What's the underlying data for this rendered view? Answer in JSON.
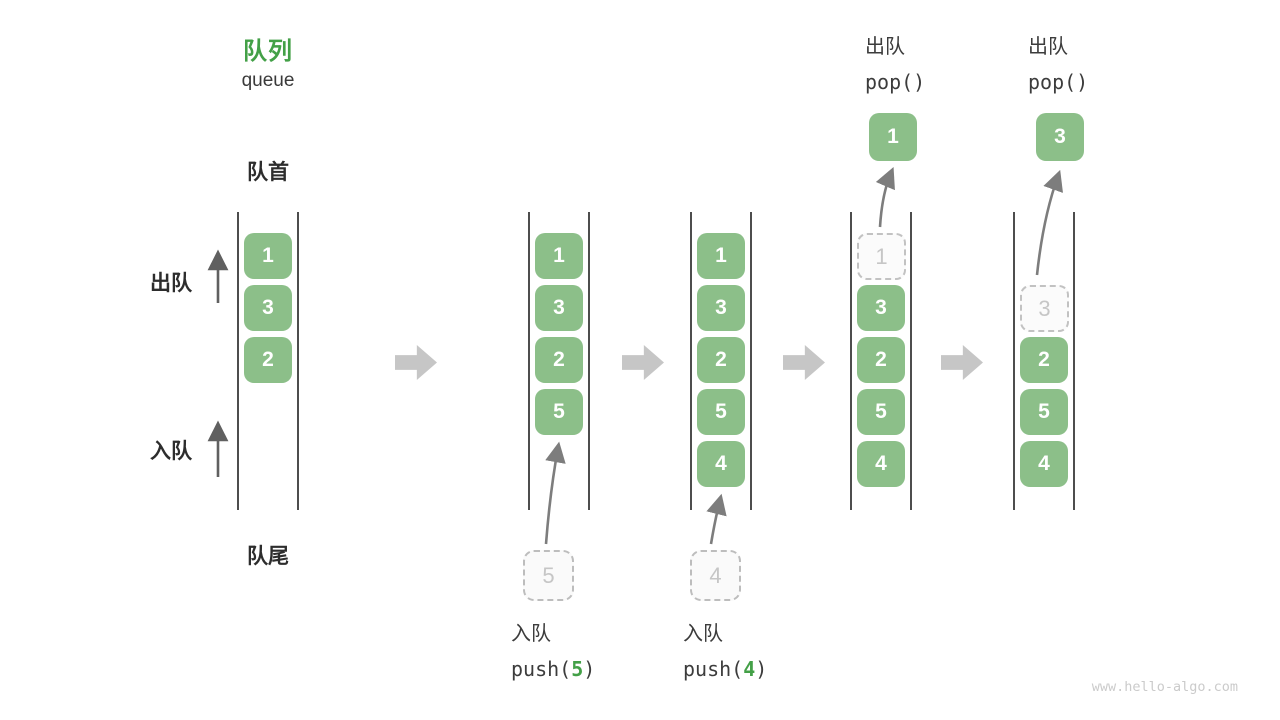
{
  "title": {
    "zh": "队列",
    "en": "queue"
  },
  "side_labels": {
    "front": "队首",
    "rear": "队尾",
    "dequeue": "出队",
    "enqueue": "入队"
  },
  "watermark": "www.hello-algo.com",
  "colors": {
    "box_green": "#8CBF89",
    "title_green": "#43A047",
    "accent_green": "#43A047",
    "text_dark": "#3C3C3C",
    "flow_arrow_gray": "#C6C6C6",
    "rail_line": "#4D4D4D",
    "dashed_gray": "#C2C2C2"
  },
  "columns": [
    {
      "name": "initial-state",
      "cells": [
        {
          "value": "1",
          "type": "solid"
        },
        {
          "value": "3",
          "type": "solid"
        },
        {
          "value": "2",
          "type": "solid"
        }
      ]
    },
    {
      "name": "after-push-5",
      "cells": [
        {
          "value": "1",
          "type": "solid"
        },
        {
          "value": "3",
          "type": "solid"
        },
        {
          "value": "2",
          "type": "solid"
        },
        {
          "value": "5",
          "type": "solid"
        }
      ],
      "incoming_value": "5",
      "annotation": {
        "op": "入队",
        "code_pre": "push(",
        "code_arg": "5",
        "code_post": ")"
      }
    },
    {
      "name": "after-push-4",
      "cells": [
        {
          "value": "1",
          "type": "solid"
        },
        {
          "value": "3",
          "type": "solid"
        },
        {
          "value": "2",
          "type": "solid"
        },
        {
          "value": "5",
          "type": "solid"
        },
        {
          "value": "4",
          "type": "solid"
        }
      ],
      "incoming_value": "4",
      "annotation": {
        "op": "入队",
        "code_pre": "push(",
        "code_arg": "4",
        "code_post": ")"
      }
    },
    {
      "name": "after-pop-1",
      "cells": [
        {
          "value": "1",
          "type": "dashed"
        },
        {
          "value": "3",
          "type": "solid"
        },
        {
          "value": "2",
          "type": "solid"
        },
        {
          "value": "5",
          "type": "solid"
        },
        {
          "value": "4",
          "type": "solid"
        }
      ],
      "outgoing_value": "1",
      "annotation": {
        "op": "出队",
        "code": "pop()"
      }
    },
    {
      "name": "after-pop-3",
      "cells": [
        {
          "value": "3",
          "type": "dashed"
        },
        {
          "value": "2",
          "type": "solid"
        },
        {
          "value": "5",
          "type": "solid"
        },
        {
          "value": "4",
          "type": "solid"
        }
      ],
      "outgoing_value": "3",
      "annotation": {
        "op": "出队",
        "code": "pop()"
      }
    }
  ]
}
